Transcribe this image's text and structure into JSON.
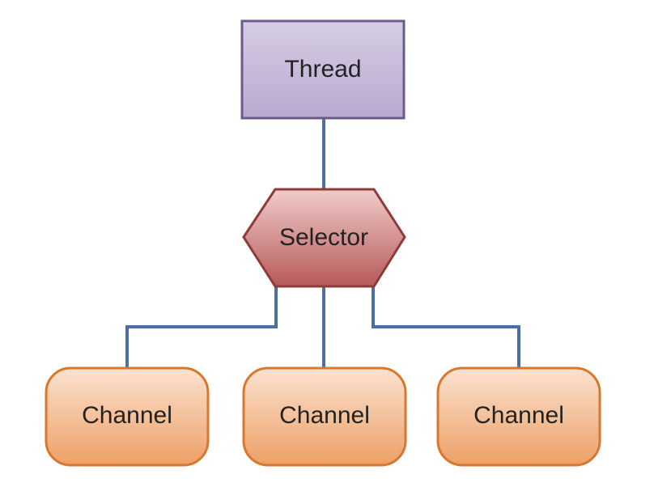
{
  "diagram": {
    "type": "hierarchy",
    "nodes": [
      {
        "id": "thread",
        "label": "Thread",
        "shape": "rectangle",
        "fill_top": "#d6cde4",
        "fill_bottom": "#b9a9d0",
        "stroke": "#6b5a8c"
      },
      {
        "id": "selector",
        "label": "Selector",
        "shape": "hexagon",
        "fill_top": "#f1cccb",
        "fill_bottom": "#b55a58",
        "stroke": "#8e3b3a"
      },
      {
        "id": "channel1",
        "label": "Channel",
        "shape": "rounded-rectangle",
        "fill_top": "#fbe2cf",
        "fill_bottom": "#eda066",
        "stroke": "#d8772e"
      },
      {
        "id": "channel2",
        "label": "Channel",
        "shape": "rounded-rectangle",
        "fill_top": "#fbe2cf",
        "fill_bottom": "#eda066",
        "stroke": "#d8772e"
      },
      {
        "id": "channel3",
        "label": "Channel",
        "shape": "rounded-rectangle",
        "fill_top": "#fbe2cf",
        "fill_bottom": "#eda066",
        "stroke": "#d8772e"
      }
    ],
    "edges": [
      {
        "from": "thread",
        "to": "selector"
      },
      {
        "from": "selector",
        "to": "channel1"
      },
      {
        "from": "selector",
        "to": "channel2"
      },
      {
        "from": "selector",
        "to": "channel3"
      }
    ],
    "edge_color": "#4a6fa5"
  }
}
